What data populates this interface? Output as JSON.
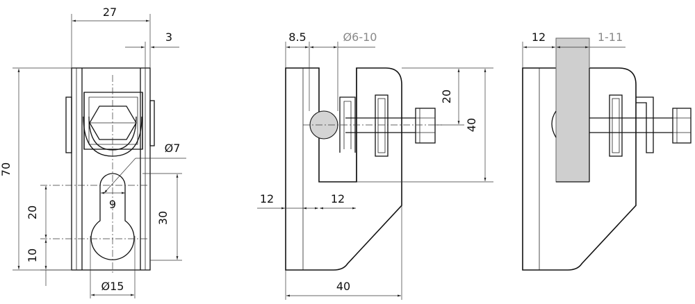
{
  "front_view": {
    "width_27": "27",
    "offset_3": "3",
    "height_70": "70",
    "hole_d7": "Ø7",
    "slot_9": "9",
    "spacing_20": "20",
    "spacing_10": "10",
    "height_30": "30",
    "hole_d15": "Ø15"
  },
  "side_view": {
    "offset_85": "8.5",
    "range_d6_10": "Ø6-10",
    "height_20": "20",
    "height_40": "40",
    "left_12": "12",
    "inner_12": "12",
    "width_40": "40"
  },
  "clamp_view": {
    "offset_12": "12",
    "range_1_11": "1-11"
  }
}
